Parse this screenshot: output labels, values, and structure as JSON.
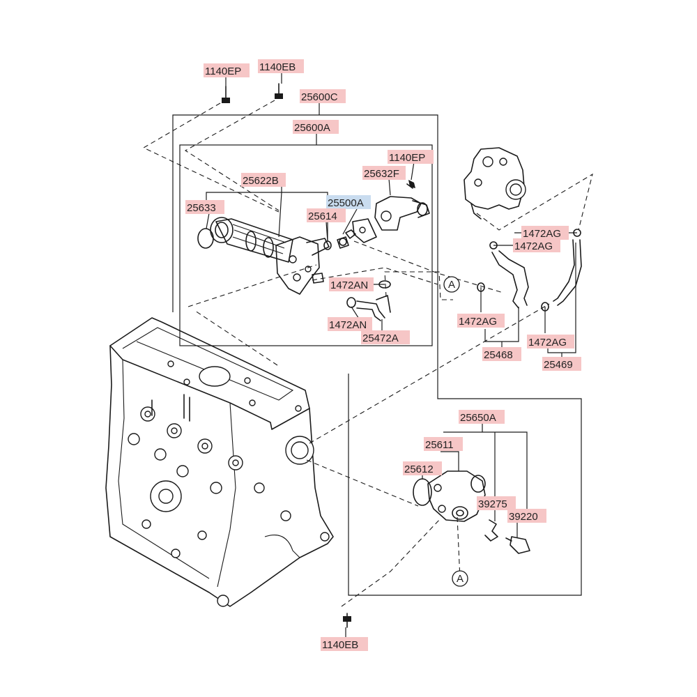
{
  "colors": {
    "label_bg": "#f6c6c6",
    "label_bg_highlight": "#c9dcef",
    "line": "#1a1a1a",
    "background": "#ffffff"
  },
  "labels": {
    "b1140ep_top": "1140EP",
    "b1140eb_top": "1140EB",
    "p25600c": "25600C",
    "p25600a": "25600A",
    "p1140ep_inner": "1140EP",
    "p25632f": "25632F",
    "p25622b": "25622B",
    "p25500a": "25500A",
    "p25633": "25633",
    "p25614": "25614",
    "p1472ag_a": "1472AG",
    "p1472ag_b": "1472AG",
    "p1472an_a": "1472AN",
    "p1472an_b": "1472AN",
    "p25472a": "25472A",
    "p1472ag_c": "1472AG",
    "p1472ag_d": "1472AG",
    "p25468": "25468",
    "p25469": "25469",
    "p25650a": "25650A",
    "p25611": "25611",
    "p25612": "25612",
    "p39275": "39275",
    "p39220": "39220",
    "b1140eb_bottom": "1140EB"
  },
  "refs": {
    "ref_a_upper": "A",
    "ref_a_lower": "A"
  }
}
